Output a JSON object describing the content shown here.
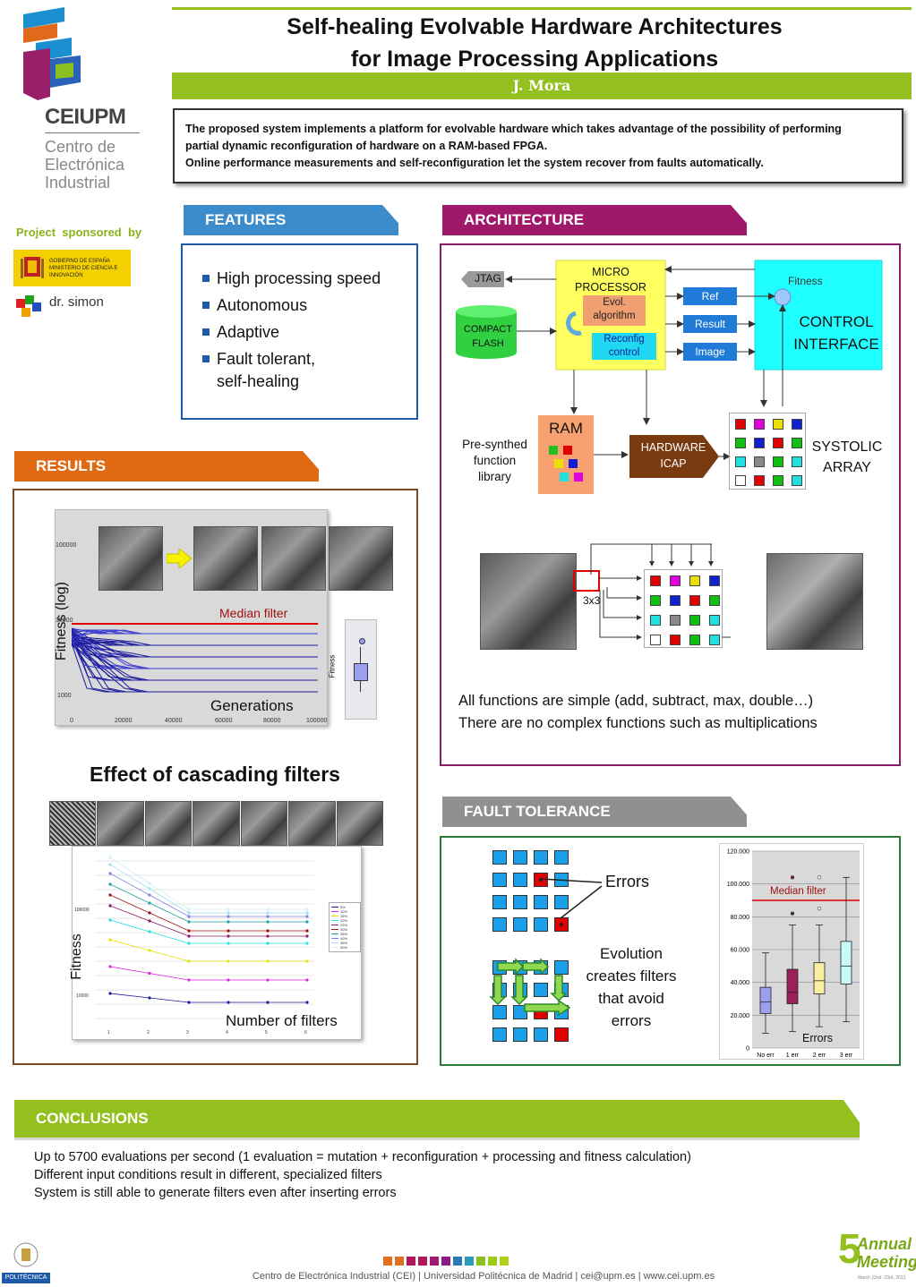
{
  "header": {
    "title_line1": "Self-healing Evolvable Hardware Architectures",
    "title_line2": "for Image Processing Applications",
    "author": "J. Mora"
  },
  "logo": {
    "brand": "CEIUPM",
    "name_line1": "Centro de",
    "name_line2": "Electrónica",
    "name_line3": "Industrial"
  },
  "sponsors": {
    "heading": "Project  sponsored  by",
    "ministry": "GOBIERNO DE ESPAÑA  MINISTERIO DE CIENCIA E INNOVACIÓN",
    "drsimon": "dr. simon"
  },
  "abstract": {
    "line1": "The proposed system implements a platform for evolvable hardware which takes advantage of the possibility of performing",
    "line2": "partial dynamic reconfiguration of hardware on a RAM-based FPGA.",
    "line3": "Online performance measurements and self-reconfiguration let the system recover from faults automatically."
  },
  "features": {
    "heading": "FEATURES",
    "items": [
      "High processing speed",
      "Autonomous",
      "Adaptive",
      "Fault tolerant,"
    ],
    "continuation": "self-healing"
  },
  "architecture": {
    "heading": "ARCHITECTURE",
    "jtag": "JTAG",
    "compact_flash_1": "COMPACT",
    "compact_flash_2": "FLASH",
    "micro_1": "MICRO",
    "micro_2": "PROCESSOR",
    "evol_1": "Evol.",
    "evol_2": "algorithm",
    "reconfig_1": "Reconfig",
    "reconfig_2": "control",
    "ref": "Ref",
    "result": "Result",
    "image": "Image",
    "fitness": "Fitness",
    "control_1": "CONTROL",
    "control_2": "INTERFACE",
    "ram": "RAM",
    "presynth_1": "Pre-synthed",
    "presynth_2": "function",
    "presynth_3": "library",
    "icap_1": "HARDWARE",
    "icap_2": "ICAP",
    "systolic_1": "SYSTOLIC",
    "systolic_2": "ARRAY",
    "window": "3x3",
    "note_1": "All functions are simple (add, subtract, max, double…)",
    "note_2": "There are no complex functions such as multiplications",
    "grid_colors": [
      "#e00000",
      "#e000e0",
      "#e8e000",
      "#1020d0",
      "#10c010",
      "#1020d0",
      "#e00000",
      "#10c010",
      "#20e0e0",
      "#888888",
      "#10c010",
      "#20e0e0",
      "#ffffff",
      "#e00000",
      "#10c010",
      "#20e0e0"
    ]
  },
  "results": {
    "heading": "RESULTS",
    "plot1_ylabel": "Fitness (log)",
    "plot1_xlabel": "Generations",
    "plot1_median": "Median filter",
    "plot1_box_ylabel": "Fitness",
    "plot1_yticks": [
      "100000",
      "10000",
      "1000"
    ],
    "plot1_xticks": [
      "0",
      "20000",
      "40000",
      "60000",
      "80000",
      "100000"
    ],
    "cascade_title": "Effect of cascading filters",
    "plot2_ylabel": "Fitness",
    "plot2_xlabel": "Number of filters",
    "plot2_xticks": [
      "1",
      "2",
      "3",
      "4",
      "5",
      "6"
    ],
    "plot2_legend": [
      "5%",
      "10%",
      "15%",
      "20%",
      "25%",
      "30%",
      "35%",
      "40%",
      "45%",
      "50%"
    ],
    "plot2_yticks": [
      "100000",
      "10000"
    ]
  },
  "fault_tolerance": {
    "heading": "FAULT TOLERANCE",
    "errors_label": "Errors",
    "evolution_1": "Evolution",
    "evolution_2": "creates filters",
    "evolution_3": "that avoid",
    "evolution_4": "errors",
    "chart_median": "Median filter",
    "chart_errors": "Errors"
  },
  "chart_data": {
    "type": "box",
    "categories": [
      "No err",
      "1 err",
      "2 err",
      "3 err"
    ],
    "yticks": [
      "120.000",
      "100.000",
      "80.000",
      "60.000",
      "40.000",
      "20.000",
      "0"
    ],
    "ylim": [
      0,
      120000
    ],
    "median_filter": 90000,
    "boxes": [
      {
        "category": "No err",
        "min": 9000,
        "q1": 21000,
        "median": 28000,
        "q3": 37000,
        "max": 58000,
        "outliers": [],
        "color": "#9aa0ee"
      },
      {
        "category": "1 err",
        "min": 10000,
        "q1": 27000,
        "median": 34000,
        "q3": 48000,
        "max": 75000,
        "outliers": [
          82000,
          104000
        ],
        "color": "#9a1f5a"
      },
      {
        "category": "2 err",
        "min": 13000,
        "q1": 33000,
        "median": 41000,
        "q3": 52000,
        "max": 75000,
        "outliers": [
          85000,
          104000
        ],
        "color": "#f8f0a0"
      },
      {
        "category": "3 err",
        "min": 16000,
        "q1": 39000,
        "median": 50000,
        "q3": 65000,
        "max": 104000,
        "outliers": [],
        "color": "#c8f8f8"
      }
    ]
  },
  "conclusions": {
    "heading": "CONCLUSIONS",
    "line1": "Up to 5700 evaluations per second (1 evaluation = mutation + reconfiguration + processing and fitness calculation)",
    "line2": "Different input conditions result in different, specialized filters",
    "line3": "System is still able to generate filters even after inserting errors"
  },
  "footer": {
    "text": "Centro de Electrónica Industrial (CEI) | Universidad Politécnica de Madrid | cei@upm.es | www.cei.upm.es",
    "upm": "POLITÉCNICA",
    "meeting_1": "Annual",
    "meeting_2": "Meeting",
    "meeting_num": "5",
    "meeting_dates": "March 22nd -23rd, 2012",
    "squares": [
      "#e07020",
      "#e07020",
      "#b0185a",
      "#b0185a",
      "#a01870",
      "#8a1a8a",
      "#2a7ab8",
      "#2a9ab8",
      "#8ac020",
      "#9acc10",
      "#b0d020"
    ]
  }
}
